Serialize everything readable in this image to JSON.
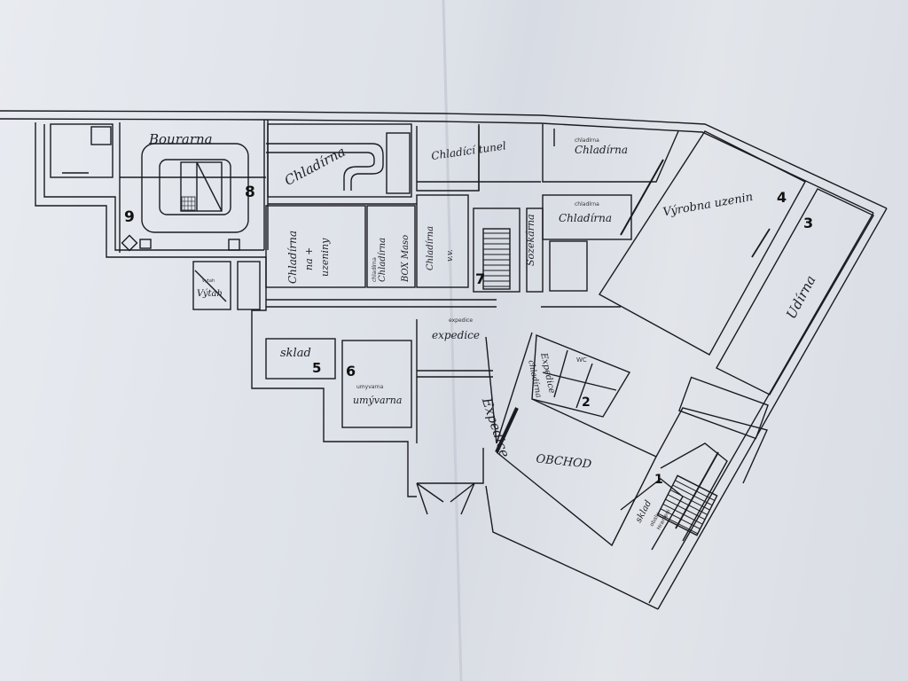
{
  "plan": {
    "colors": {
      "paper": "#e2e5eb",
      "ink": "#1a1b20",
      "fold": "#c9ced8"
    },
    "rooms": {
      "bourarna": "Bourarna",
      "chladirna_top": "Chladírna",
      "chladici_tunel": "Chladící tunel",
      "chladirna_right_label": "chladírna",
      "chladirna_right": "Chladírna",
      "vyrobna_uzenin": "Výrobna uzenin",
      "udirna": "Udírna",
      "chladirna_mid_label": "chladírna",
      "chladirna_mid": "Chladírna",
      "chladirna_na_uzeniny_1": "Chladírna",
      "chladirna_na_uzeniny_2": "na +",
      "chladirna_na_uzeniny_3": "uzeniny",
      "chladirna_box_label": "chladírna",
      "chladirna_box_1": "Chladírna",
      "chladirna_box_2": "BOX Maso",
      "chladirna_vv_1": "Chladírna",
      "chladirna_vv_2": "v.v.",
      "sozekarna": "Sozekárna",
      "vytah_label": "vytah",
      "vytah": "Výtah",
      "expedice_label": "expedice",
      "expedice": "expedice",
      "sklad": "sklad",
      "umyvarna_label": "umyvarna",
      "umyvarna": "umývarna",
      "expedice_vertical": "Expedice",
      "expedice_chlad_1": "Expedice",
      "expedice_chlad_2": "chladírna",
      "obchod": "OBCHOD",
      "sklad_small_1": "sklad",
      "sklad_small_2": "obalu",
      "sklad_small_3": "Hranieni"
    },
    "numbers": [
      "1",
      "2",
      "3",
      "4",
      "5",
      "6",
      "7",
      "8",
      "9"
    ],
    "fixtures": {
      "wc": "WC"
    }
  }
}
